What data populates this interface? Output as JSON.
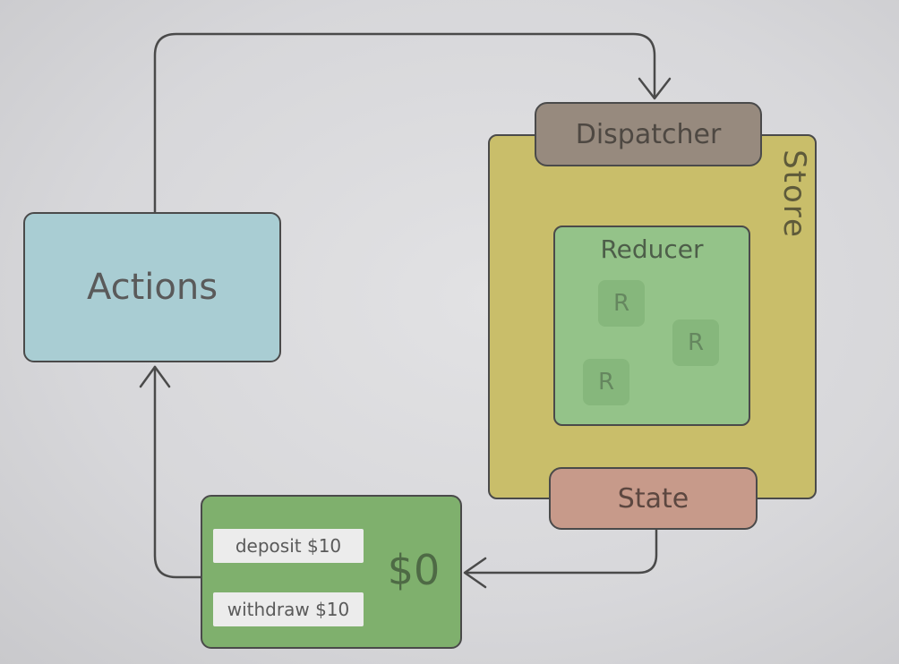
{
  "diagram": {
    "actions_label": "Actions",
    "store_label": "Store",
    "dispatcher_label": "Dispatcher",
    "reducer_label": "Reducer",
    "reducer_chips": [
      "R",
      "R",
      "R"
    ],
    "state_label": "State",
    "app": {
      "deposit_button": "deposit $10",
      "withdraw_button": "withdraw $10",
      "balance": "$0"
    }
  },
  "colors": {
    "actions": "#a9cdd3",
    "store": "#c9be6a",
    "dispatcher": "#978a7e",
    "reducer": "#94c389",
    "state": "#c79a8a",
    "app": "#7fb06d"
  }
}
